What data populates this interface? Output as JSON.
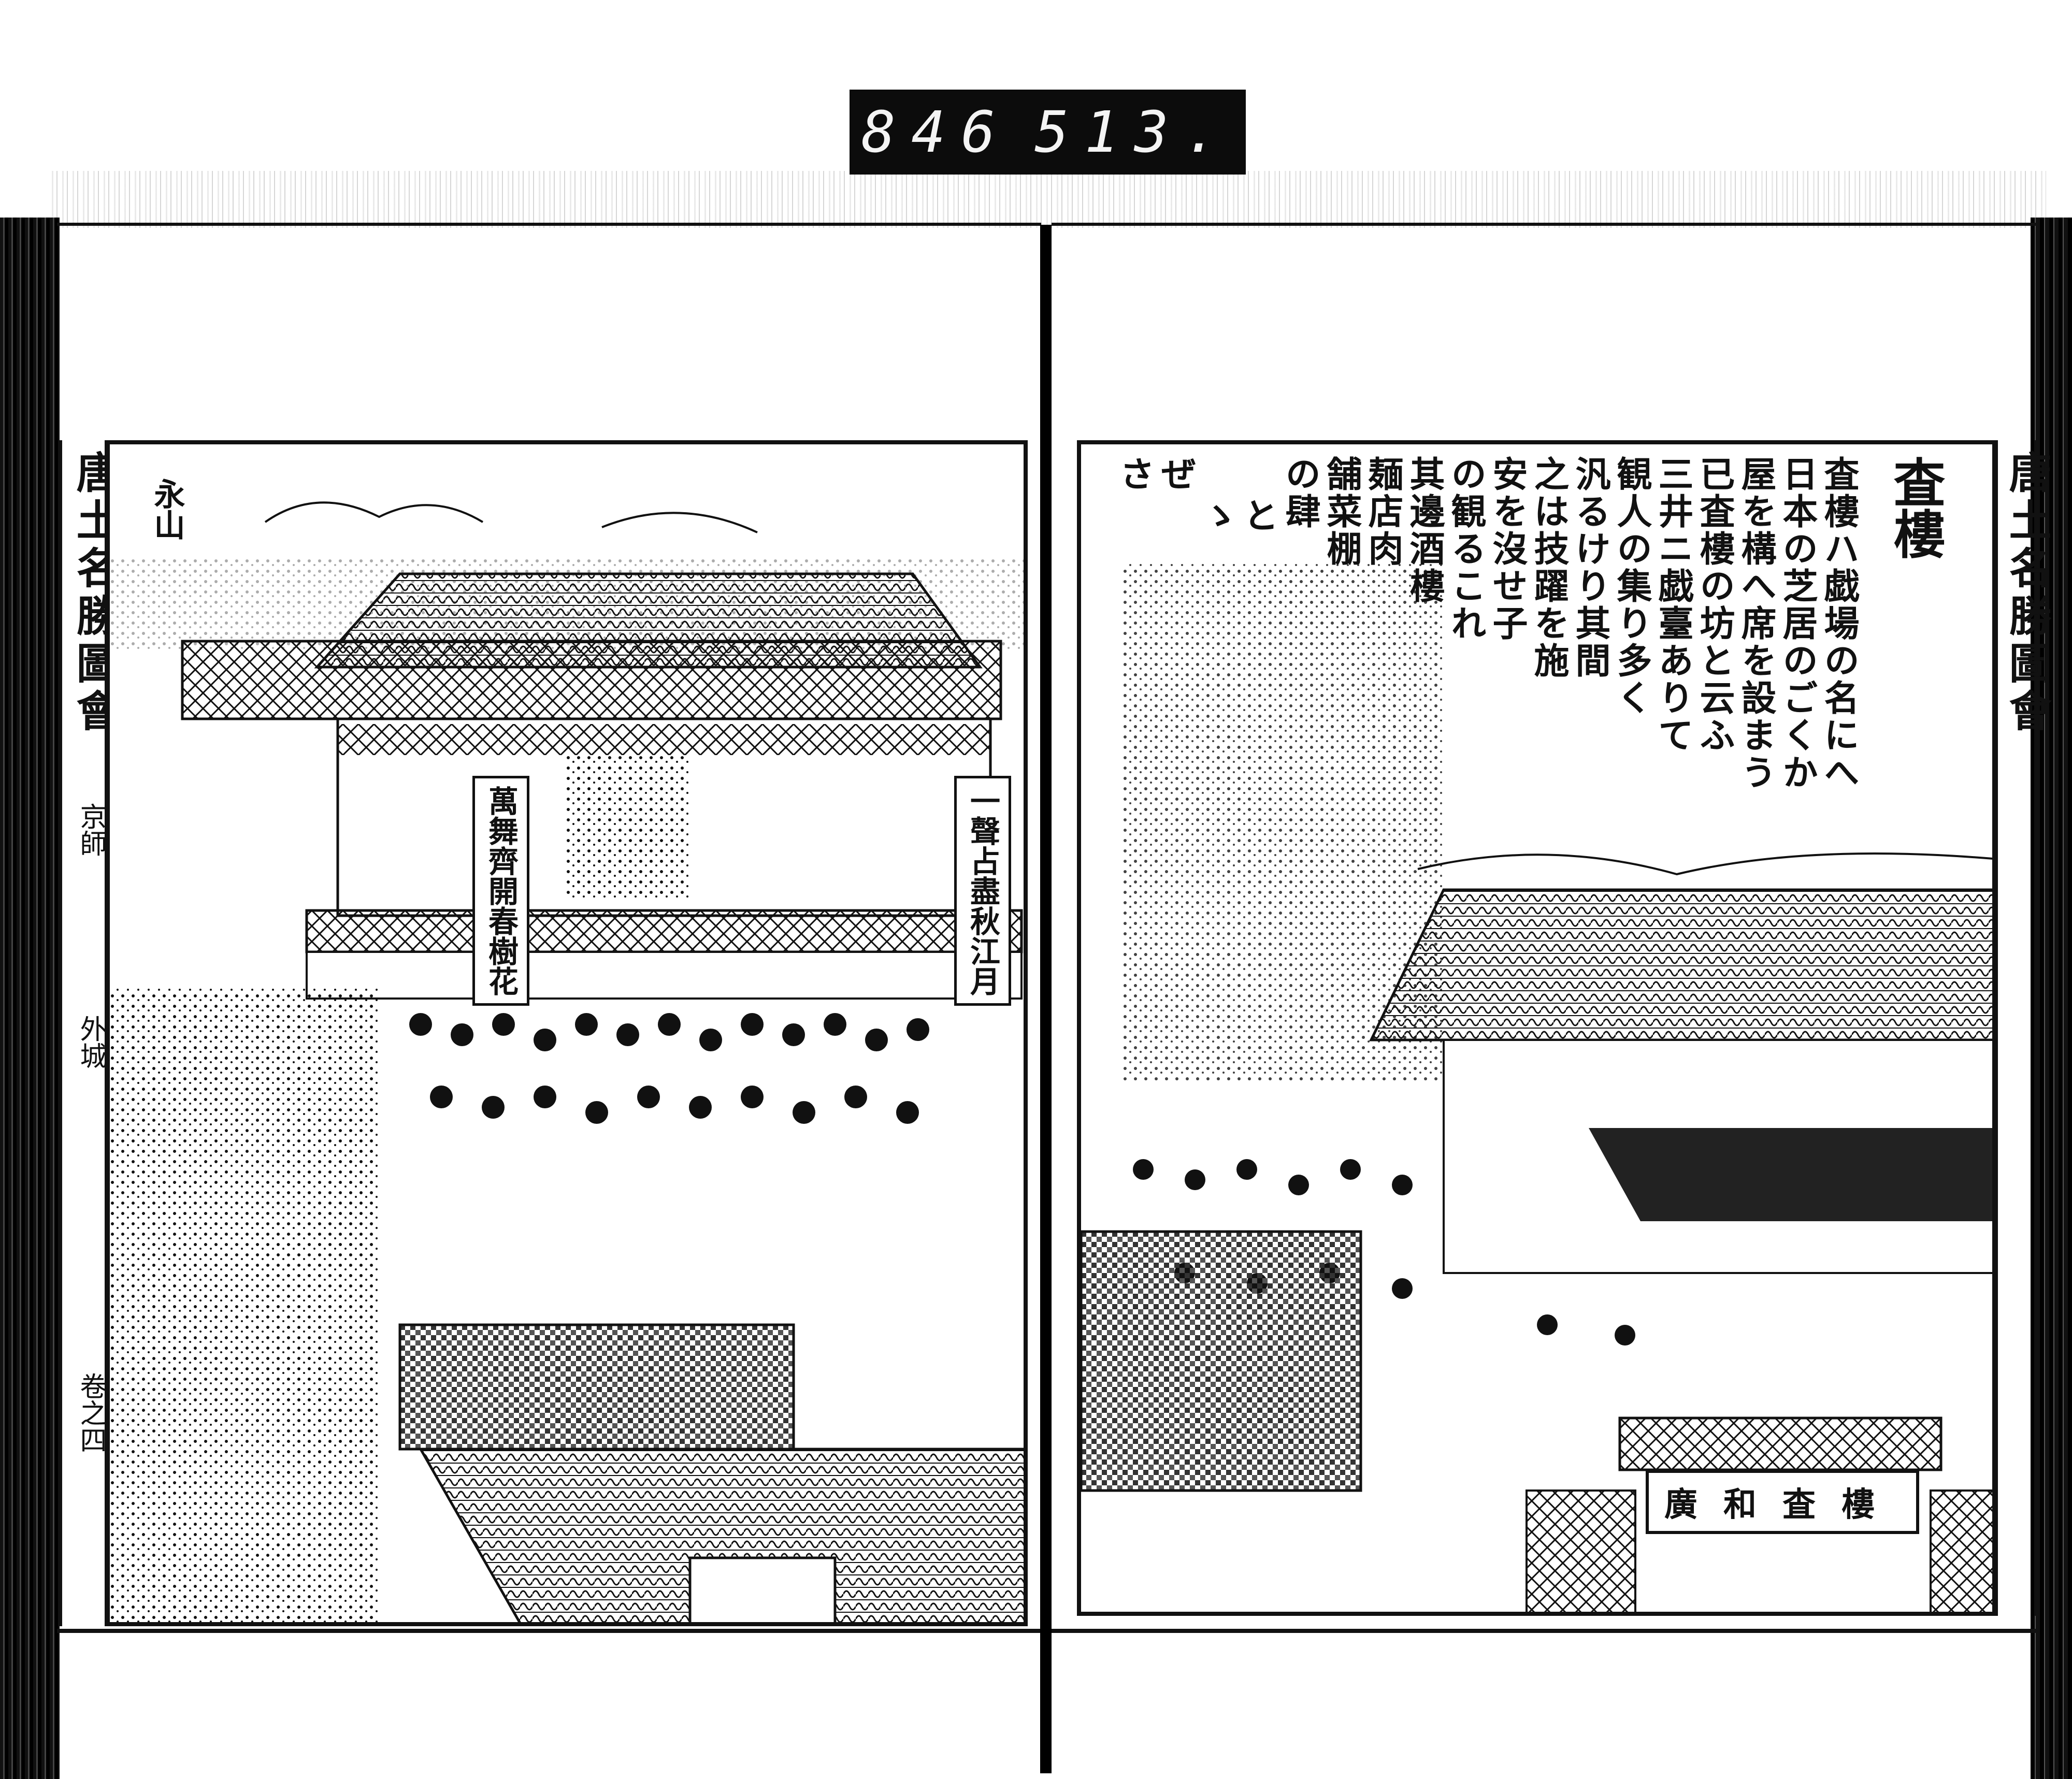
{
  "scan_label": {
    "left_number": "846",
    "right_number": "513."
  },
  "book_title": "唐土名勝圖會",
  "left_margin": {
    "title": "唐土名勝圖會",
    "region": "京師",
    "district": "外城",
    "volume": "卷之四"
  },
  "right_margin": {
    "title": "唐土名勝圖會"
  },
  "left_page": {
    "seal": "永山",
    "signboards": [
      "萬舞齊開春樹花",
      "一聲占盡秋江月"
    ]
  },
  "right_page": {
    "heading": "査樓",
    "text_columns": [
      "査樓ハ戯場の名にへ",
      "日本の芝居のごくか",
      "屋を構へ席を設まう",
      "已査樓の坊と云ふ",
      "三井ニ戯臺ありて",
      "観人の集り多く",
      "汎るけり其間",
      "之は技躍を施",
      "安を沒せ子",
      "の観るこれ",
      "其邊酒樓",
      "麺店肉",
      "舗菜棚",
      "の肆",
      "と",
      "ゝ",
      "ぜ",
      "さ"
    ],
    "gate_sign": "廣和査樓"
  },
  "colors": {
    "ink": "#111111",
    "paper": "#ffffff",
    "label_bg": "#0c0c0c"
  }
}
